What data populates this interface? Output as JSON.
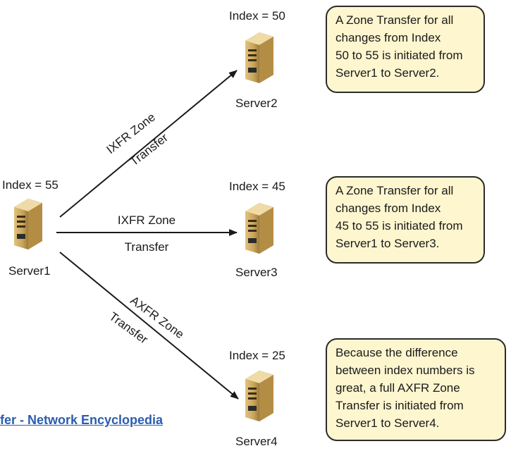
{
  "servers": [
    {
      "id": "server1",
      "name": "Server1",
      "index_label": "Index = 55"
    },
    {
      "id": "server2",
      "name": "Server2",
      "index_label": "Index = 50"
    },
    {
      "id": "server3",
      "name": "Server3",
      "index_label": "Index = 45"
    },
    {
      "id": "server4",
      "name": "Server4",
      "index_label": "Index = 25"
    }
  ],
  "transfers": [
    {
      "line1": "IXFR Zone",
      "line2": "Transfer"
    },
    {
      "line1": "IXFR Zone",
      "line2": "Transfer"
    },
    {
      "line1": "AXFR Zone",
      "line2": "Transfer"
    }
  ],
  "notes": [
    {
      "lines": [
        "A Zone Transfer for all",
        "changes from Index",
        "50 to 55 is initiated from",
        "Server1 to Server2."
      ]
    },
    {
      "lines": [
        "A Zone Transfer for all",
        "changes from Index",
        "45 to 55 is initiated from",
        "Server1 to Server3."
      ]
    },
    {
      "lines": [
        "Because the difference",
        "between index numbers is",
        "great, a full AXFR Zone",
        "Transfer is initiated from",
        "Server1 to Server4."
      ]
    }
  ],
  "link": {
    "text": "fer - Network Encyclopedia"
  },
  "colors": {
    "server_body": "#c8a45a",
    "note_fill": "#fdf6cf",
    "link": "#2a5db0"
  }
}
